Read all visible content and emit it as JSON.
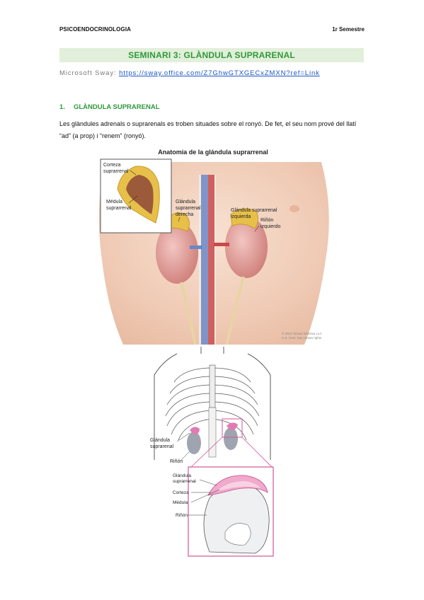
{
  "header": {
    "course": "PSICOENDOCRINOLOGIA",
    "semester": "1r Semestre"
  },
  "title": "SEMINARI 3: GLÀNDULA SUPRARENAL",
  "sway": {
    "prefix": "Microsoft Sway: ",
    "link_text": "https://sway.office.com/Z7GhwGTXGECxZMXN?ref=Link"
  },
  "section": {
    "number": "1.",
    "heading": "GLÀNDULA SUPRARENAL",
    "paragraph": "Les glàndules adrenals o suprarenals es troben situades sobre el ronyó. De fet, el seu nom prové del llatí “ad” (a prop) i “renem” (ronyó)."
  },
  "figure1": {
    "title": "Anatomía de la glándula suprarrenal",
    "labels": {
      "corteza": [
        "Corteza",
        "suprarrenal"
      ],
      "medula": [
        "Médula",
        "suprarrenal"
      ],
      "right_gland": [
        "Glándula",
        "suprarrenal",
        "derecha"
      ],
      "left_gland": [
        "Glándula suprarrenal",
        "izquierda"
      ],
      "left_kidney": [
        "Riñón",
        "izquierdo"
      ]
    },
    "copyright": [
      "© 2012 Terese Winslow LLC",
      "U.S. Govt. has certain rights"
    ]
  },
  "figure2": {
    "labels": {
      "gland": [
        "Glándula",
        "suprarenal"
      ],
      "kidney": "Riñón",
      "inset_gland": [
        "Glándula",
        "suprarrenal"
      ],
      "cortex": "Corteza",
      "medulla": "Médula",
      "inset_kidney": "Riñón"
    }
  },
  "colors": {
    "green": "#2e9a3a",
    "title_bg": "#e2efda",
    "link": "#1a55c8",
    "inset_border": "#d2559a"
  }
}
